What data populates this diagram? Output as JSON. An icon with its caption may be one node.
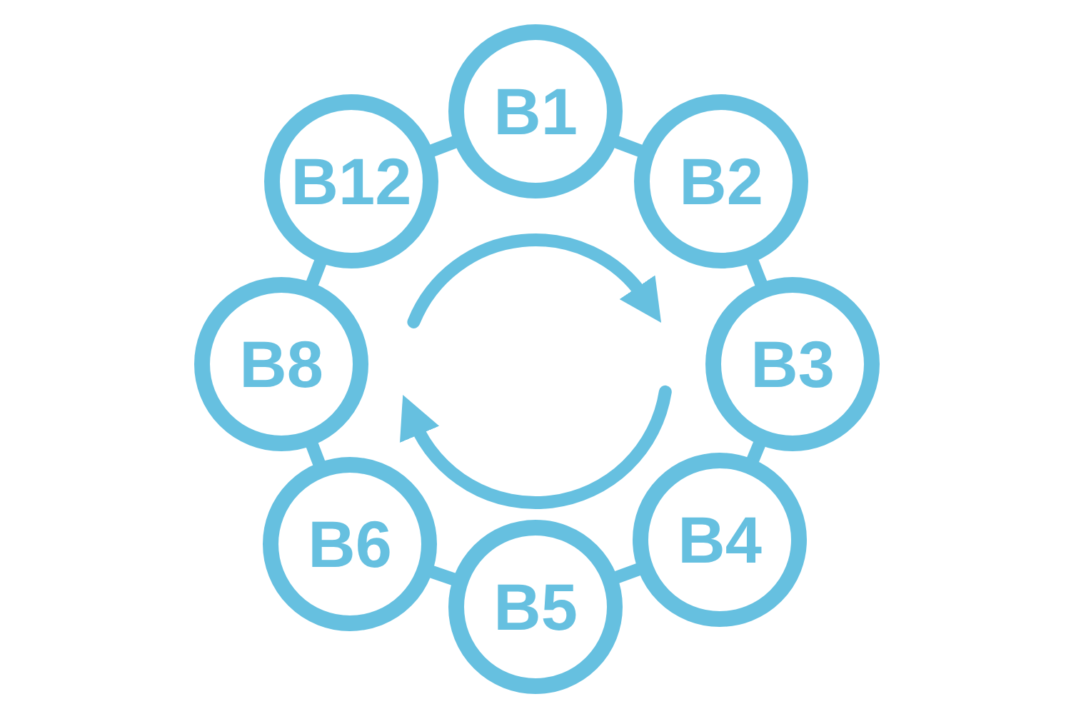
{
  "diagram": {
    "nodes": [
      {
        "text": [
          "B1"
        ]
      },
      {
        "text": [
          "B2"
        ]
      },
      {
        "text": [
          "B3"
        ]
      },
      {
        "text": [
          "B4"
        ]
      },
      {
        "text": [
          "B5"
        ]
      },
      {
        "text": [
          "B6"
        ]
      },
      {
        "text": [
          "B8"
        ]
      },
      {
        "text": [
          "B12"
        ]
      }
    ],
    "edges": [
      {
        "from": 0,
        "to": 1,
        "arrow": "none"
      },
      {
        "from": 1,
        "to": 2,
        "arrow": "none"
      },
      {
        "from": 2,
        "to": 3,
        "arrow": "none"
      },
      {
        "from": 3,
        "to": 4,
        "arrow": "none"
      },
      {
        "from": 4,
        "to": 5,
        "arrow": "none"
      },
      {
        "from": 5,
        "to": 6,
        "arrow": "none"
      },
      {
        "from": 6,
        "to": 7,
        "arrow": "none"
      },
      {
        "from": 7,
        "to": 0,
        "arrow": "none"
      }
    ]
  }
}
